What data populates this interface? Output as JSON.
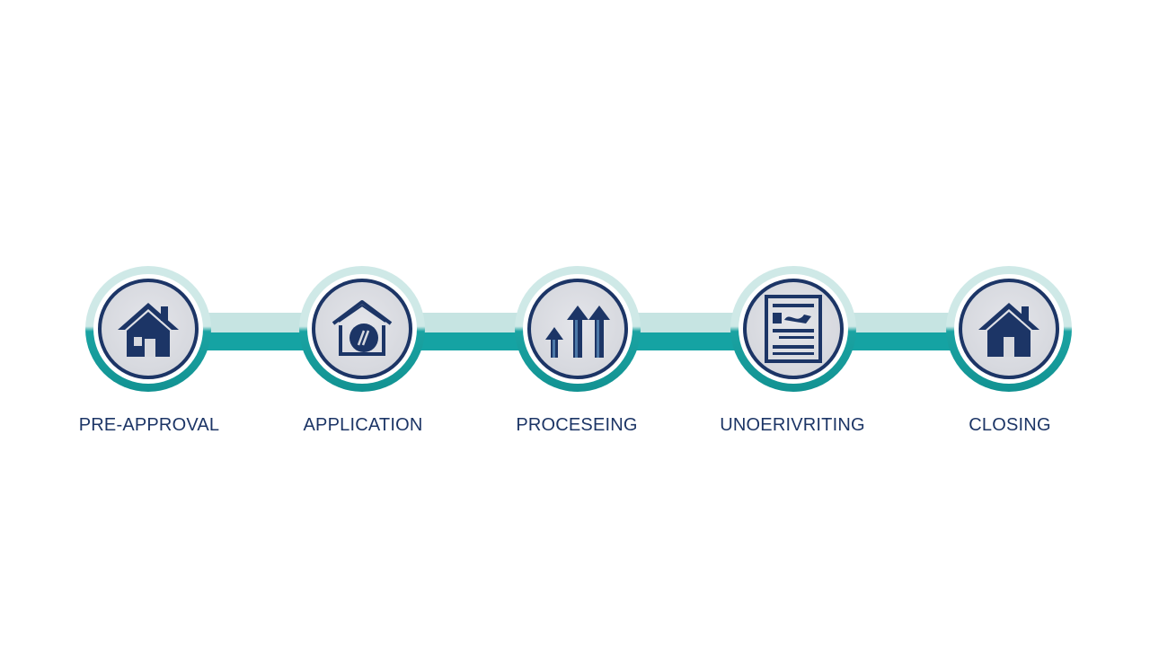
{
  "steps": [
    {
      "label": "PRE-APPROVAL",
      "icon": "house-icon"
    },
    {
      "label": "APPLICATION",
      "icon": "house-pen-icon"
    },
    {
      "label": "PROCESEING",
      "icon": "up-arrows-icon"
    },
    {
      "label": "UNOERIVRITING",
      "icon": "document-icon"
    },
    {
      "label": "CLOSING",
      "icon": "house-icon"
    }
  ],
  "colors": {
    "navy": "#1c3566",
    "teal": "#15a3a3",
    "light_teal": "#c6e4e2",
    "icon_bg": "#d6d8de"
  }
}
